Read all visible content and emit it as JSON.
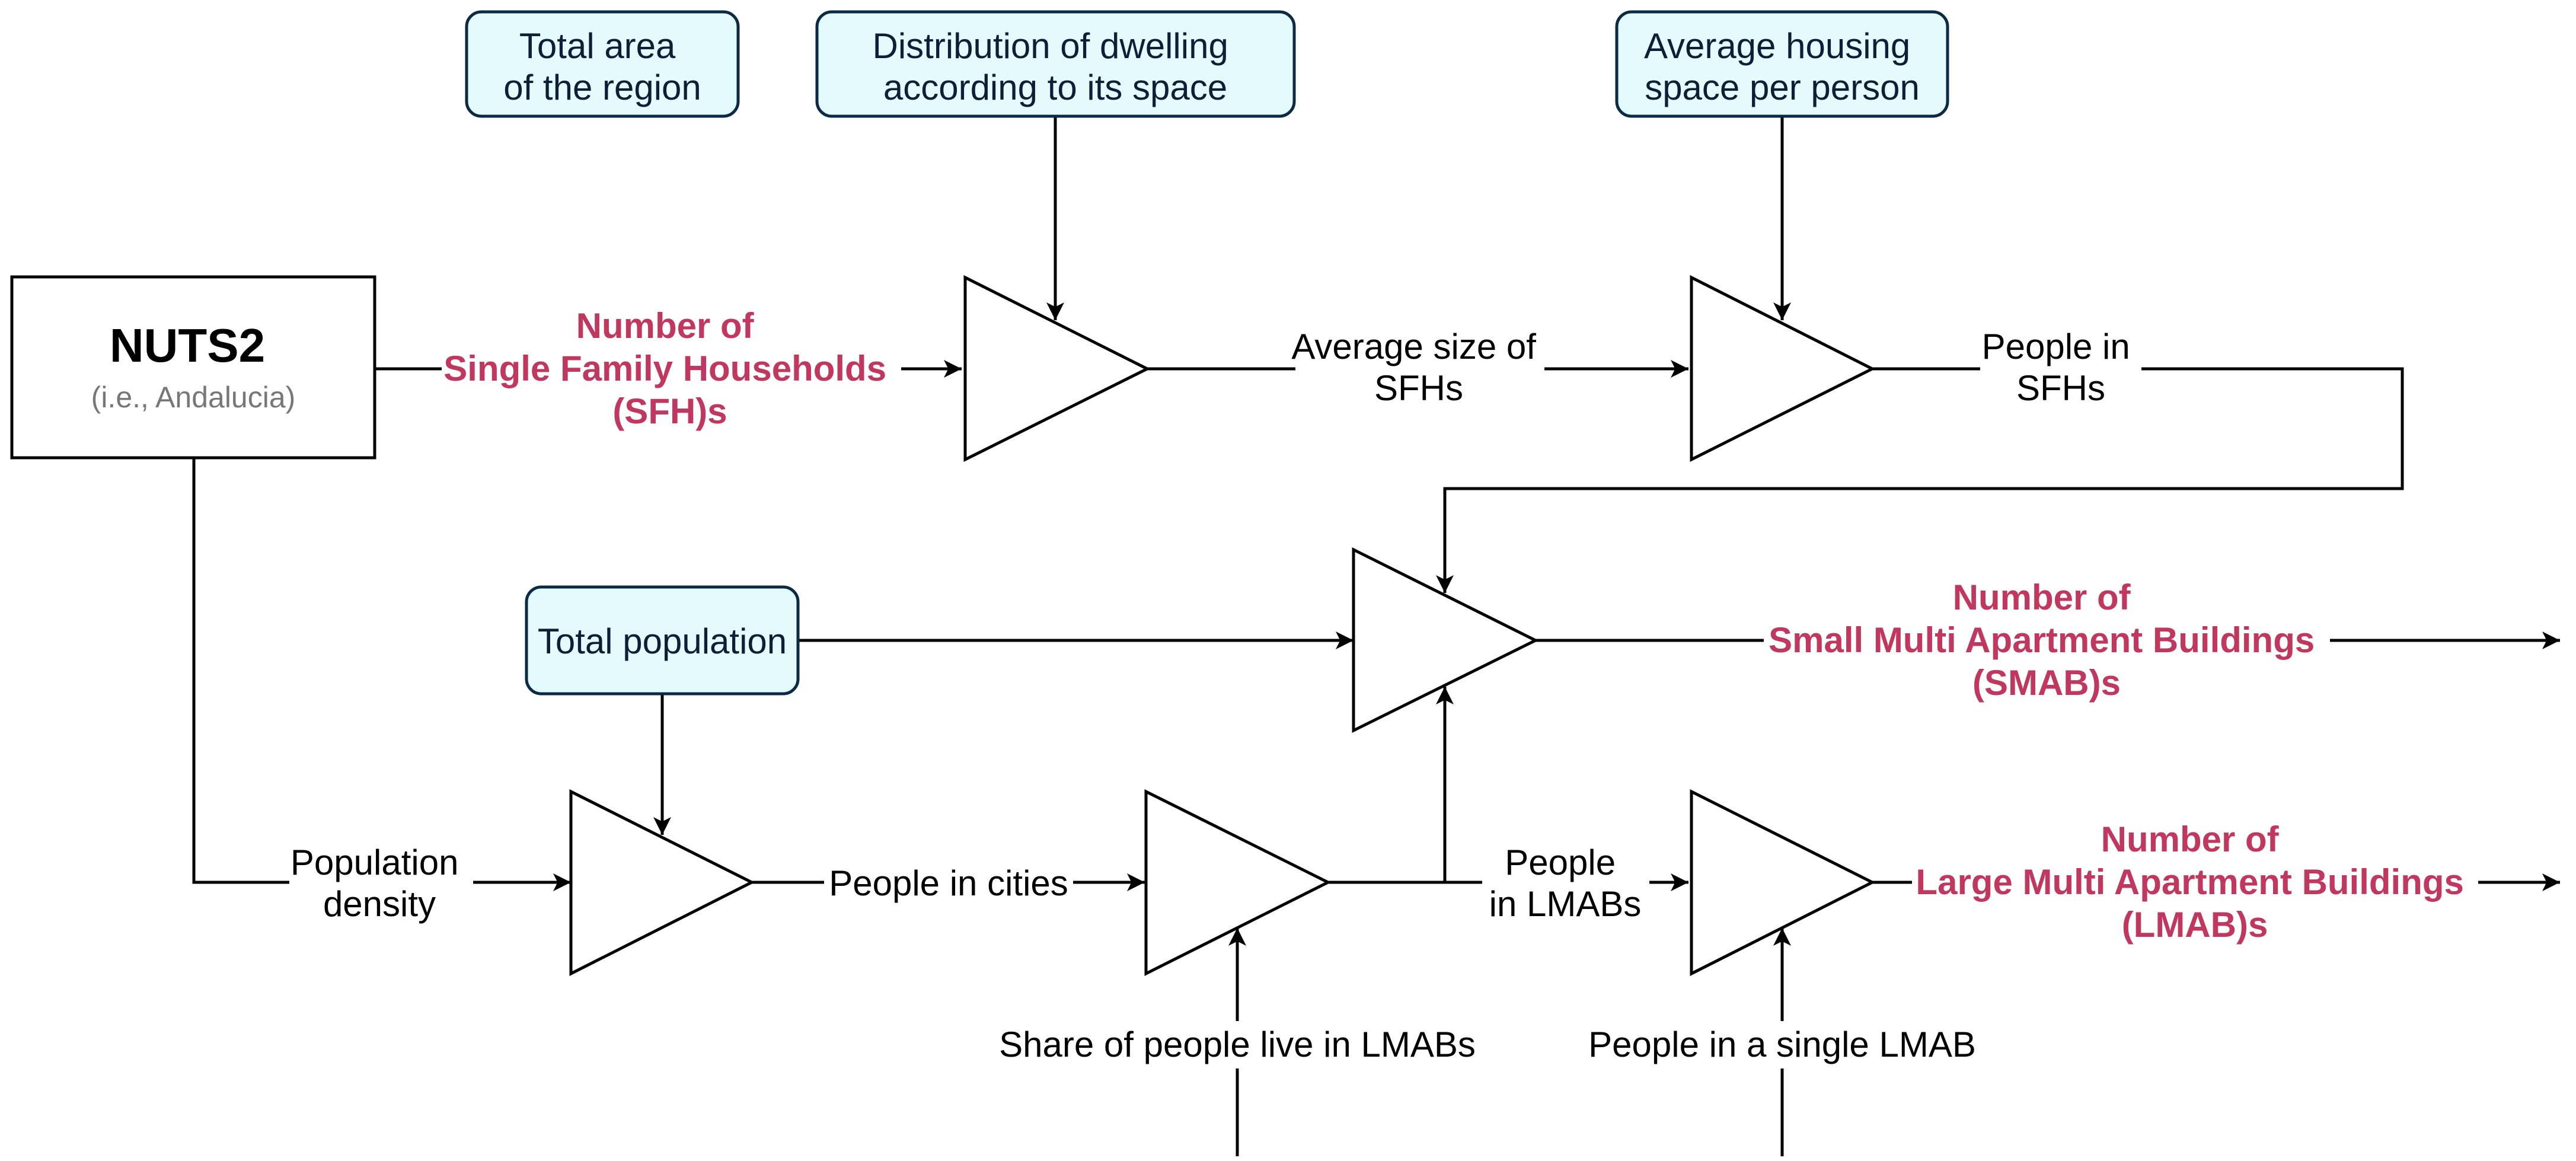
{
  "nuts": {
    "title": "NUTS2",
    "subtitle": "(i.e., Andalucia)"
  },
  "inputs": {
    "total_area": [
      "Total area",
      "of the region"
    ],
    "distribution": [
      "Distribution of dwelling",
      "according to its space"
    ],
    "avg_housing": [
      "Average housing",
      "space per person"
    ],
    "total_population": [
      "Total population"
    ]
  },
  "labels": {
    "avg_size_sfh": [
      "Average size of",
      "SFHs"
    ],
    "people_in_sfh": [
      "People in",
      "SFHs"
    ],
    "population_density": [
      "Population",
      "density"
    ],
    "people_in_cities": [
      "People in cities"
    ],
    "people_in_lmabs": [
      "People",
      "in LMABs"
    ],
    "share_people_lmab": [
      "Share of people live in LMABs"
    ],
    "people_single_lmab": [
      "People in a single LMAB"
    ]
  },
  "outputs": {
    "sfh": [
      "Number of",
      "Single Family Households",
      "(SFH)s"
    ],
    "smab": [
      "Number of",
      "Small Multi Apartment Buildings",
      "(SMAB)s"
    ],
    "lmab": [
      "Number of",
      "Large Multi Apartment Buildings",
      "(LMAB)s"
    ]
  },
  "colors": {
    "output_text": "#c0385f",
    "input_box_fill": "#e4fbfd",
    "input_box_border": "#0d2a44",
    "subtitle_text": "#777777"
  },
  "shapes": {
    "operator": "triangle-multiplier",
    "arrowhead": "filled-arrow"
  }
}
